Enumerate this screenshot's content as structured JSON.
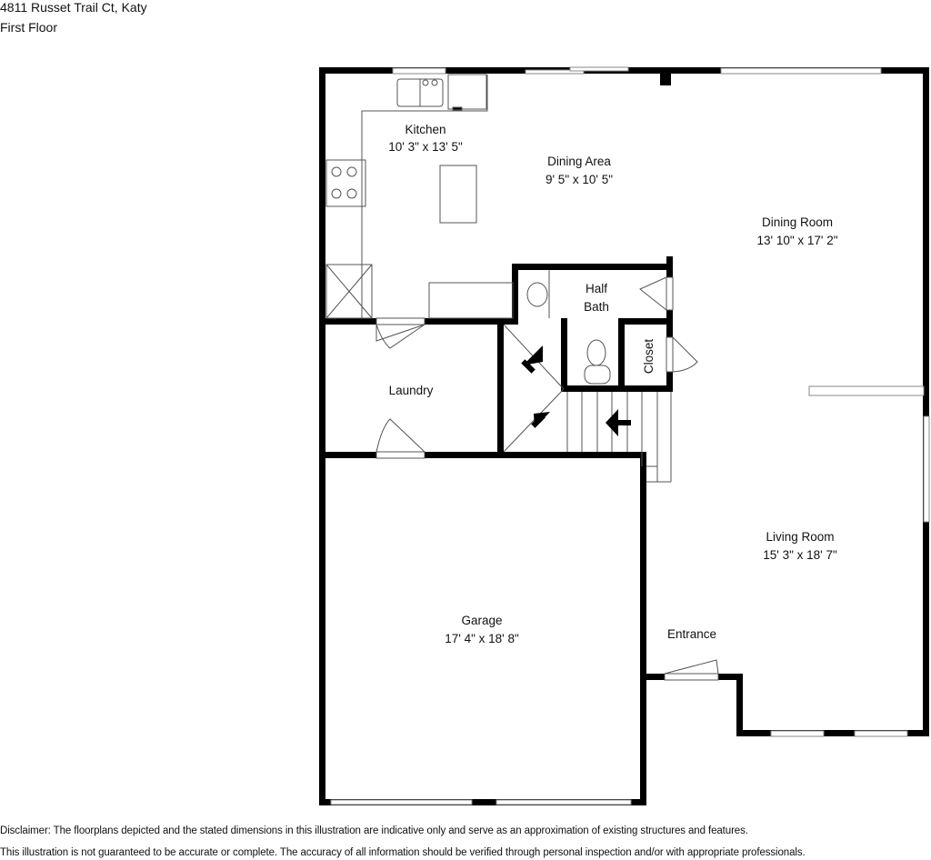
{
  "header": {
    "address": "4811 Russet Trail Ct, Katy",
    "floor": "First Floor"
  },
  "rooms": [
    {
      "name": "Kitchen",
      "dimensions": "10' 3\" x 13' 5\""
    },
    {
      "name": "Dining Area",
      "dimensions": "9' 5\" x 10' 5\""
    },
    {
      "name": "Dining Room",
      "dimensions": "13' 10\" x 17' 2\""
    },
    {
      "name": "Half",
      "name2": "Bath"
    },
    {
      "name": "Closet"
    },
    {
      "name": "Laundry"
    },
    {
      "name": "Living Room",
      "dimensions": "15' 3\" x 18' 7\""
    },
    {
      "name": "Garage",
      "dimensions": "17' 4\" x 18' 8\""
    },
    {
      "name": "Entrance"
    }
  ],
  "disclaimer": {
    "line1": "Disclaimer: The floorplans depicted and the stated dimensions in this illustration are indicative only and serve as an approximation of existing structures and features.",
    "line2": "This illustration is not guaranteed to be accurate or complete. The accuracy of all information should be verified through personal inspection and/or with appropriate professionals."
  },
  "colors": {
    "wall": "#000000",
    "fixture": "#555555",
    "background": "#ffffff"
  }
}
